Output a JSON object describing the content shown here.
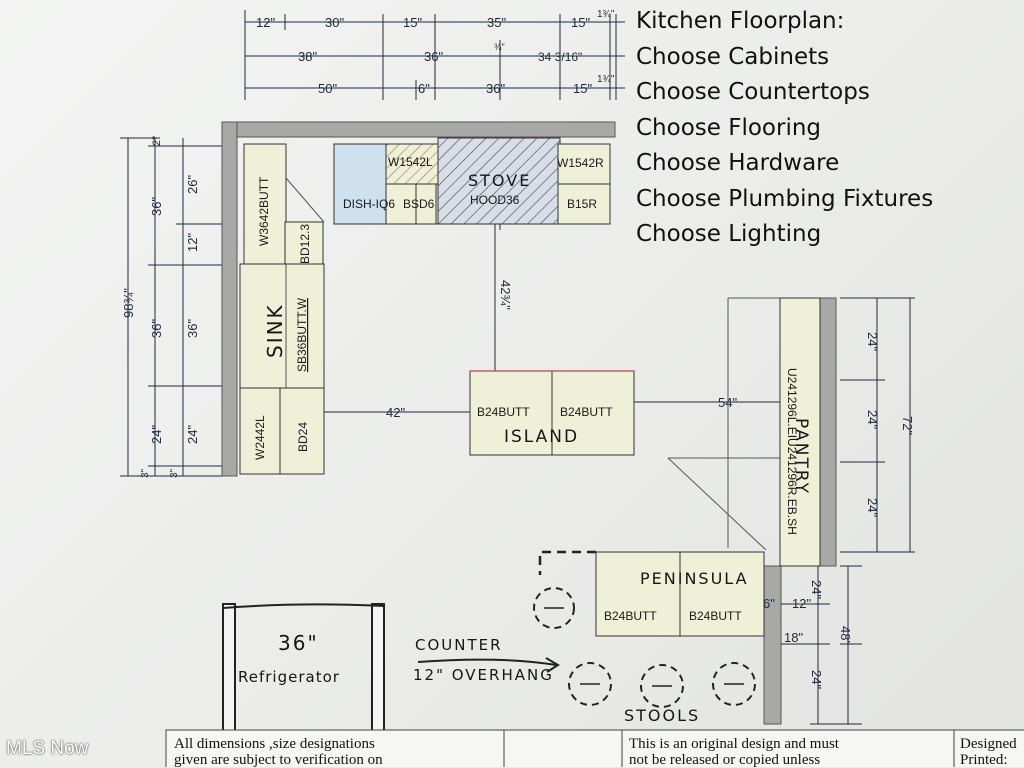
{
  "legend": {
    "title": "Kitchen Floorplan:",
    "items": [
      "Choose Cabinets",
      "Choose Countertops",
      "Choose Flooring",
      "Choose Hardware",
      "Choose Plumbing Fixtures",
      "Choose Lighting"
    ]
  },
  "top_dimensions": {
    "row1": [
      "12\"",
      "30\"",
      "15\"",
      "35\"",
      "15\"",
      "1¾\""
    ],
    "row2": [
      "38\"",
      "36\"",
      "¾\"",
      "34 3/16\""
    ],
    "row3": [
      "50\"",
      "6\"",
      "36\"",
      "15\"",
      "1¾\""
    ]
  },
  "left_dimensions": {
    "overall": "98¾\"",
    "col_outer": [
      "36\"",
      "36\"",
      "24\"",
      "3\""
    ],
    "col_inner": [
      "26\"",
      "12\"",
      "36\"",
      "24\"",
      "3\""
    ],
    "top": "2\""
  },
  "right_dimensions": [
    "24\"",
    "24\"",
    "24\"",
    "72\"",
    "24\"",
    "48\"",
    "24\""
  ],
  "peninsula_dimensions": [
    "6\"",
    "12\"",
    "18\""
  ],
  "run_dimensions": {
    "stove_to_island": "42¾\"",
    "sink_to_island": "42\"",
    "island_to_pantry": "54\""
  },
  "cabinets": {
    "w3642": "W3642BUTT",
    "bd12": "BD12.3",
    "sink_base": "SB36BUTT.W",
    "sink": "SINK",
    "w2442": "W2442L",
    "bd24": "BD24",
    "dish": "DISH-IQ6",
    "bsd": "BSD6",
    "w1542l": "W1542L",
    "stove": "STOVE",
    "hood": "HOOD36",
    "w1542r": "W1542R",
    "b15r": "B15R",
    "island_left": "B24BUTT",
    "island_right": "B24BUTT",
    "island": "ISLAND",
    "pantry_code": "U241296L.EIU241296R.EB.SH",
    "pantry": "PANTRY",
    "peninsula": "PENINSULA",
    "pen_left": "B24BUTT",
    "pen_right": "B24BUTT"
  },
  "handwritten": {
    "fridge_size": "36\"",
    "fridge": "Refrigerator",
    "counter": "COUNTER",
    "overhang": "12\" OVERHANG",
    "stools": "STOOLS"
  },
  "footer": {
    "left": [
      "All dimensions ,size designations",
      "given are subject to verification on"
    ],
    "middle": [
      "This is an original design and must",
      "not be released or copied unless"
    ],
    "right": [
      "Designed",
      "Printed:"
    ]
  },
  "watermark": "MLS Now"
}
